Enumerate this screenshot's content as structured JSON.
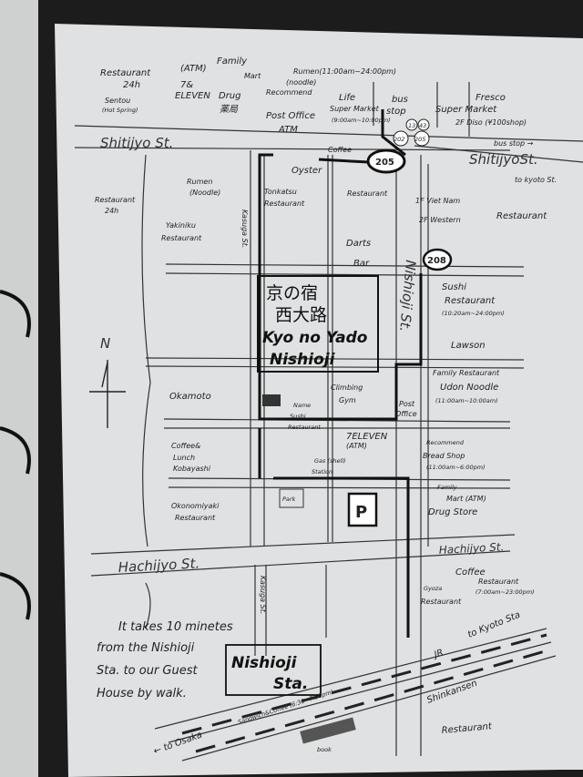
{
  "map": {
    "streets": {
      "shitijyo_left": "Shitijyo St.",
      "shitijyo_right": "ShitijyoSt.",
      "hachijyo_left": "Hachijyo St.",
      "hachijyo_right": "Hachijyo St.",
      "kasuga_upper": "Kasuga St.",
      "kasuga_lower": "Kasuga St.",
      "nishioji": "Nishioji St."
    },
    "north": "N",
    "guesthouse": {
      "jp1": "京の宿",
      "jp2": "西大路",
      "en1": "Kyo no Yado",
      "en2": "Nishioji"
    },
    "station": {
      "line1": "Nishioji",
      "line2": "Sta."
    },
    "note": [
      "It takes 10 minetes",
      "from the Nishioji",
      "Sta. to our Guest",
      "House by walk."
    ],
    "bus_routes": {
      "r13": "13",
      "r43": "43",
      "r202": "202",
      "r205": "205",
      "r205big": "205",
      "r208": "208"
    },
    "labels": {
      "restaurant24_top": [
        "Restaurant",
        "24h"
      ],
      "atm": "(ATM)",
      "family_mart_top": [
        "Family",
        "Mart"
      ],
      "seven_eleven_top": [
        "7&",
        "ELEVEN"
      ],
      "drug": [
        "Drug",
        "薬局"
      ],
      "sentou": [
        "Sentou",
        "(Hot Spring)"
      ],
      "rumen_top": [
        "Rumen(11:00am~24:00pm)",
        "(noodle)",
        "Recommend"
      ],
      "post_office_top": [
        "Post Office",
        "ATM"
      ],
      "life": [
        "Life",
        "Super Market",
        "(9:00am~10:00pm)"
      ],
      "bus_stop_top": [
        "bus",
        "stop"
      ],
      "fresco": [
        "Fresco",
        "Super Market",
        "2F Diso (¥100shop)"
      ],
      "bus_stop_right": "bus stop →",
      "to_kyoto_st": "to kyoto St.",
      "coffee_top": "Coffee",
      "oyster": "Oyster",
      "restaurant_mid": "Restaurant",
      "rumen_mid": [
        "Rumen",
        "(Noodle)"
      ],
      "tonkatsu": [
        "Tonkatsu",
        "Restaurant"
      ],
      "restaurant24_left": [
        "Restaurant",
        "24h"
      ],
      "yakiniku": [
        "Yakiniku",
        "Restaurant"
      ],
      "vietnam": [
        "1F Viet Nam",
        "2F Western",
        "Restaurant"
      ],
      "darts": [
        "Darts",
        "Bar"
      ],
      "sushi": [
        "Sushi",
        "Restaurant",
        "(10:20am~24:00pm)"
      ],
      "lawson": "Lawson",
      "family_restaurant": [
        "Family Restaurant",
        "Udon Noodle",
        "(11:00am~10:00am)"
      ],
      "okamoto": "Okamoto",
      "climbing": [
        "Climbing",
        "Gym"
      ],
      "post_office_mid": [
        "Post",
        "Office"
      ],
      "name_sushi": [
        "Name",
        "Sushi",
        "Restaurant"
      ],
      "seven_eleven_mid": [
        "7ELEVEN",
        "(ATM)"
      ],
      "kobayashi": [
        "Coffee&",
        "Lunch",
        "Kobayashi"
      ],
      "bread": [
        "Recommend",
        "Bread Shop",
        "(11:00am~6:00pm)"
      ],
      "gas": [
        "Gas (shell)",
        "Station"
      ],
      "park": "Park",
      "parking": "P",
      "family_mart_mid": [
        "Family",
        "Mart (ATM)"
      ],
      "drug_store": "Drug Store",
      "okonomiyaki": [
        "Okonomiyaki",
        "Restaurant"
      ],
      "coffee_restaurant": [
        "Coffee",
        "Restaurant",
        "(7:00am~23:00pm)"
      ],
      "gyoza": [
        "Gyoza",
        "Restaurant"
      ],
      "to_kyoto_sta": "to Kyoto Sta",
      "jr": "JR",
      "shinkansen": "Shinkansen",
      "sandwich": "Sandwich&Coffee (6:30~7:30pm)",
      "to_osaka": "← to Osaka",
      "restaurant_bottom": "Restaurant",
      "book": "book"
    }
  }
}
